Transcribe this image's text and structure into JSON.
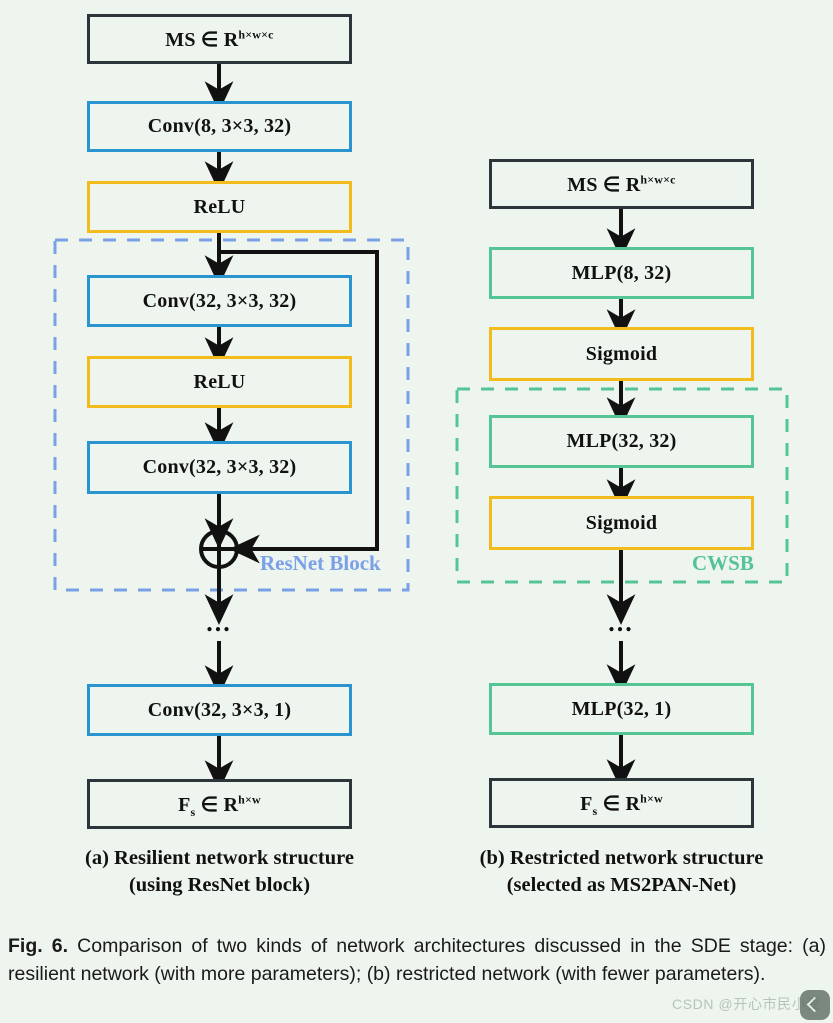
{
  "figure": {
    "background_color": "#eef4ee",
    "colors": {
      "black": "#2c3539",
      "blue": "#2a94d0",
      "yellow": "#f2bc1c",
      "green": "#56c596",
      "resnet_label": "#7aa0e8",
      "cwsb_label": "#54c396",
      "arrow": "#111111"
    }
  },
  "left_column": {
    "title": "(a) Resilient network structure",
    "subtitle": "(using ResNet block)",
    "group_label": "ResNet Block",
    "dots": "...",
    "nodes": [
      {
        "id": "l-input",
        "text_main": "MS ∈ R",
        "text_sup": "h×w×c",
        "style": "black"
      },
      {
        "id": "l-conv1",
        "text_main": "Conv(8, 3×3, 32)",
        "text_sup": "",
        "style": "blue"
      },
      {
        "id": "l-relu1",
        "text_main": "ReLU",
        "text_sup": "",
        "style": "yellow"
      },
      {
        "id": "l-conv2",
        "text_main": "Conv(32, 3×3, 32)",
        "text_sup": "",
        "style": "blue"
      },
      {
        "id": "l-relu2",
        "text_main": "ReLU",
        "text_sup": "",
        "style": "yellow"
      },
      {
        "id": "l-conv3",
        "text_main": "Conv(32, 3×3, 32)",
        "text_sup": "",
        "style": "blue"
      },
      {
        "id": "l-conv4",
        "text_main": "Conv(32, 3×3, 1)",
        "text_sup": "",
        "style": "blue"
      },
      {
        "id": "l-output",
        "text_main": "F",
        "text_sub": "s",
        "text_mid": " ∈ R",
        "text_sup": "h×w",
        "style": "black"
      }
    ],
    "add_node": "⊕"
  },
  "right_column": {
    "title": "(b) Restricted network structure",
    "subtitle": "(selected as MS2PAN-Net)",
    "group_label": "CWSB",
    "dots": "...",
    "nodes": [
      {
        "id": "r-input",
        "text_main": "MS ∈ R",
        "text_sup": "h×w×c",
        "style": "black"
      },
      {
        "id": "r-mlp1",
        "text_main": "MLP(8, 32)",
        "text_sup": "",
        "style": "green"
      },
      {
        "id": "r-sig1",
        "text_main": "Sigmoid",
        "text_sup": "",
        "style": "yellow"
      },
      {
        "id": "r-mlp2",
        "text_main": "MLP(32, 32)",
        "text_sup": "",
        "style": "green"
      },
      {
        "id": "r-sig2",
        "text_main": "Sigmoid",
        "text_sup": "",
        "style": "yellow"
      },
      {
        "id": "r-mlp3",
        "text_main": "MLP(32, 1)",
        "text_sup": "",
        "style": "green"
      },
      {
        "id": "r-output",
        "text_main": "F",
        "text_sub": "s",
        "text_mid": " ∈ R",
        "text_sup": "h×w",
        "style": "black"
      }
    ]
  },
  "caption": {
    "label": "Fig. 6.",
    "text": " Comparison of two kinds of network architectures discussed in the SDE stage: (a) resilient network (with more parameters); (b) restricted network (with fewer parameters)."
  },
  "watermark": {
    "text": "CSDN @开心市民小麦"
  }
}
